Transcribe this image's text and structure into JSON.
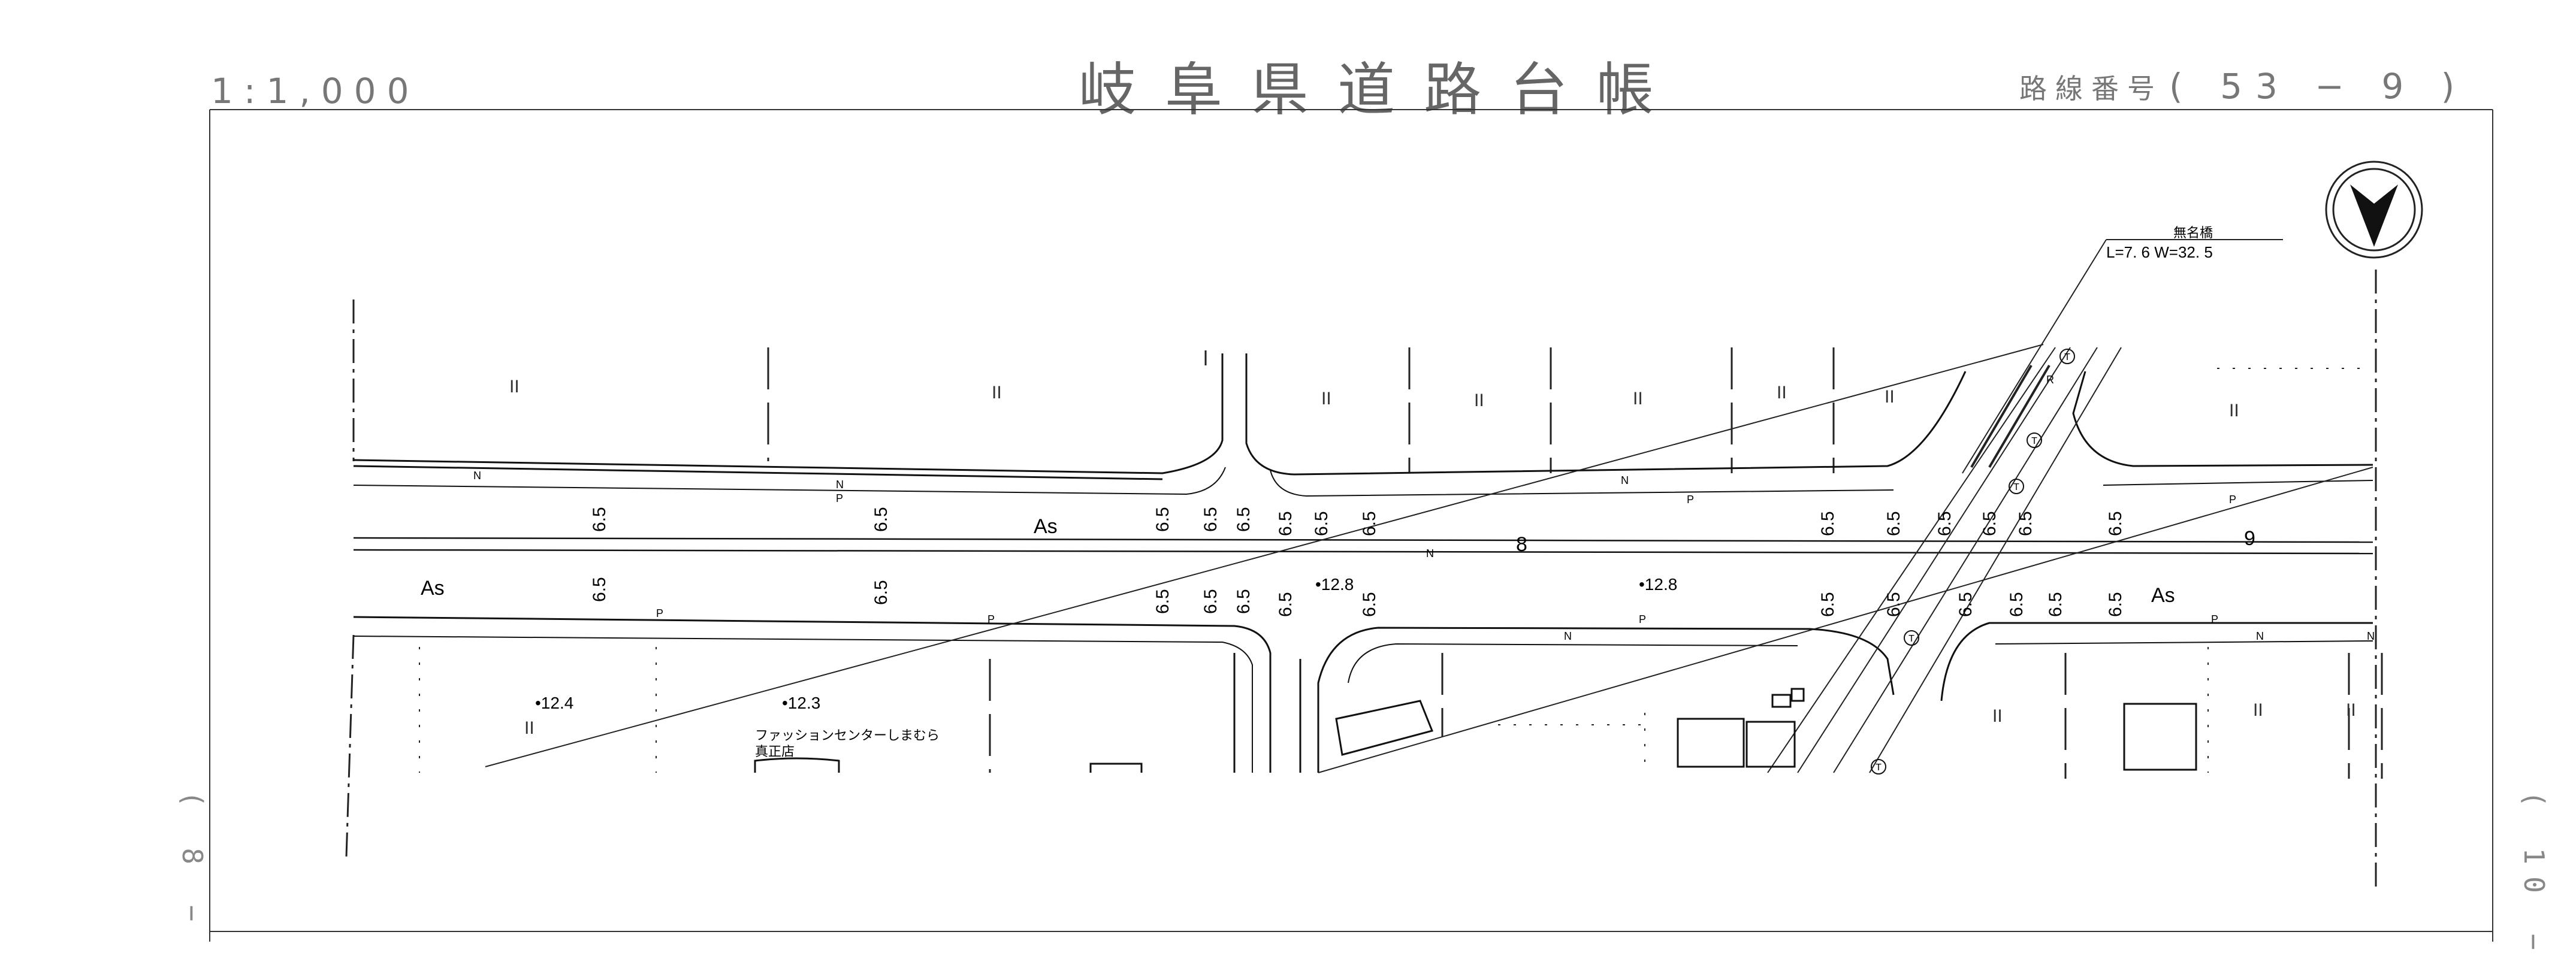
{
  "header": {
    "title": "岐阜県道路台帳",
    "scale": "1:1,000",
    "route_label": "路線番号",
    "route_value": "( 53 − 9 )"
  },
  "adjacent_sheets": {
    "left": "( 8 −",
    "right": "( 10 −"
  },
  "north_arrow": {
    "icon": "north-arrow-icon"
  },
  "bridge": {
    "name": "無名橋",
    "spec": "L=7. 6  W=32. 5"
  },
  "pavement_labels": [
    "As",
    "As",
    "As"
  ],
  "land_use_marks": [
    "II",
    "II",
    "II",
    "II",
    "II",
    "II",
    "II",
    "II",
    "II",
    "II",
    "II",
    "II"
  ],
  "width_labels": [
    "6.5"
  ],
  "chainage_labels": [
    "8",
    "9"
  ],
  "spot_elevations": [
    "•12.8",
    "•12.8",
    "•12.4",
    "•12.3"
  ],
  "facility": {
    "name_line1": "ファッションセンターしまむら",
    "name_line2": "真正店"
  },
  "symbols": {
    "parking": "P",
    "no_parking": "N",
    "telephone": "T",
    "rail": "R"
  }
}
